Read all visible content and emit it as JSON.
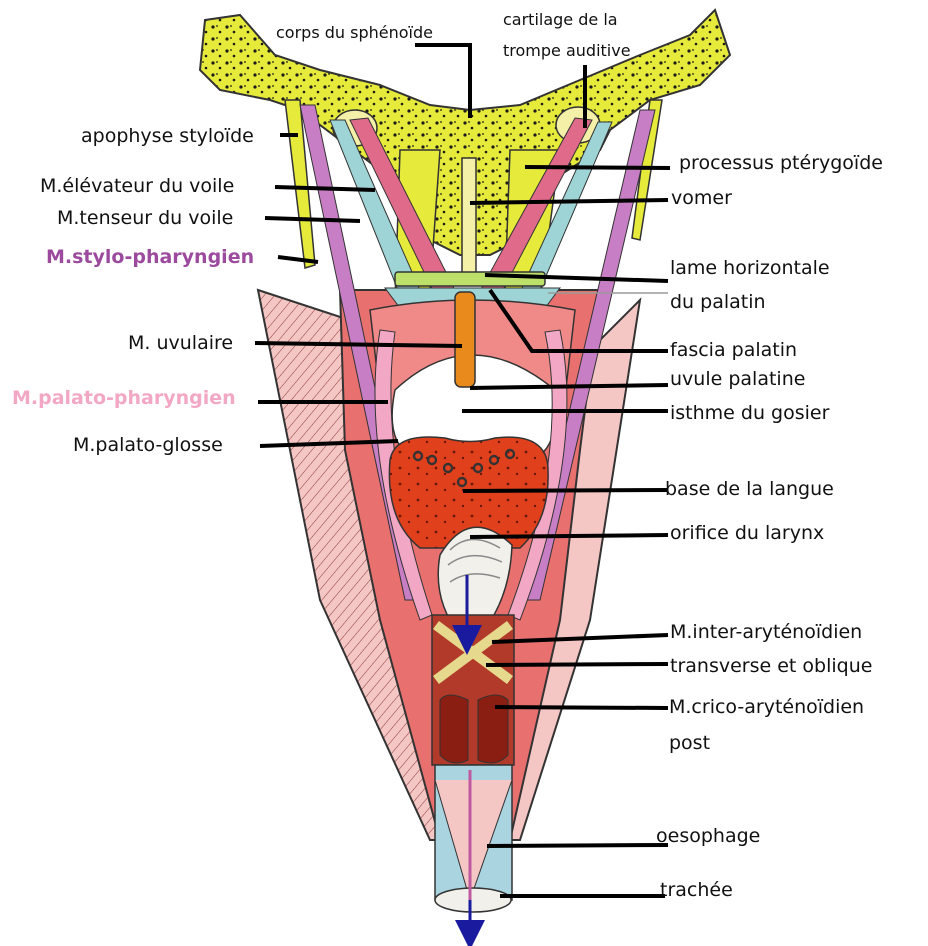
{
  "labels": {
    "corps_sphenoide": "corps du sphénoïde",
    "cartilage_line1": "cartilage de la",
    "cartilage_line2": "trompe auditive",
    "apophyse_styloide": "apophyse styloïde",
    "m_elevateur": "M.élévateur du voile",
    "m_tenseur": "M.tenseur du voile",
    "m_stylo_pharyngien": "M.stylo-pharyngien",
    "m_uvulaire": "M. uvulaire",
    "m_palato_pharyngien": "M.palato-pharyngien",
    "m_palato_glosse": "M.palato-glosse",
    "processus_pterygoide": "processus ptérygoïde",
    "vomer": "vomer",
    "lame_line1": "lame horizontale",
    "lame_line2": "du palatin",
    "fascia_palatin": "fascia palatin",
    "uvule_palatine": "uvule palatine",
    "isthme_gosier": "isthme du gosier",
    "base_langue": "base de la langue",
    "orifice_larynx": "orifice du larynx",
    "inter_aryt_line1": "M.inter-aryténoïdien",
    "inter_aryt_line2": "transverse et oblique",
    "crico_aryt_line1": "M.crico-aryténoïdien",
    "crico_aryt_line2": "post",
    "oesophage": "oesophage",
    "trachee": "trachée"
  },
  "colors": {
    "bone": "#e6ea3a",
    "bone_dots": "#1a1a1a",
    "muscle": "#e8706e",
    "muscle_light": "#f2b6b8",
    "tongue": "#e0401c",
    "uvula": "#e88a1c",
    "stylo_pharyngien": "#9c4a9e",
    "palato_pharyngien": "#f2a8c4",
    "tenseur": "#9fd4d6",
    "lame_palatin": "#bde06a",
    "arytenoid_muscle": "#b23a2a",
    "cartilage": "#f5f0a8",
    "arrow": "#1a1a9e",
    "leader": "#000000"
  }
}
